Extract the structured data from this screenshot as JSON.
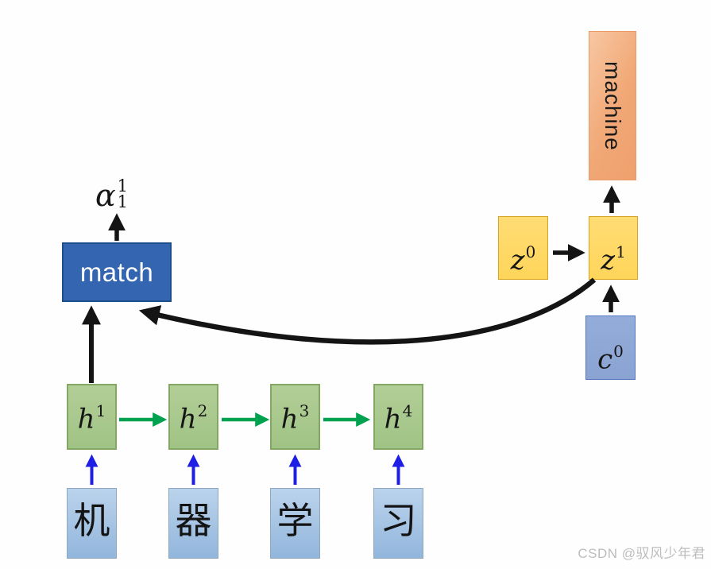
{
  "attention_label": {
    "symbol": "α",
    "sup": "1",
    "sub": "1"
  },
  "match_box": {
    "label": "match"
  },
  "decoder": {
    "z0": {
      "symbol": "z",
      "sup": "0"
    },
    "z1": {
      "symbol": "z",
      "sup": "1"
    },
    "c0": {
      "symbol": "c",
      "sup": "0"
    },
    "output_word": "machine"
  },
  "encoder": {
    "hidden_units": [
      {
        "symbol": "h",
        "sup": "1"
      },
      {
        "symbol": "h",
        "sup": "2"
      },
      {
        "symbol": "h",
        "sup": "3"
      },
      {
        "symbol": "h",
        "sup": "4"
      }
    ],
    "input_tokens": [
      "机",
      "器",
      "学",
      "习"
    ]
  },
  "watermark": {
    "text": "CSDN @驭风少年君"
  },
  "colors": {
    "background": "#fdfefd",
    "match_fill": "#3365b0",
    "match_border": "#1f4e8c",
    "hidden_fill": "#a9d18e",
    "hidden_border": "#84a764",
    "input_fill": "#9dc3e6",
    "input_border": "#8fa8c0",
    "state_fill": "#ffd966",
    "state_border": "#d9a420",
    "context_fill": "#8faadc",
    "context_border": "#5578c0",
    "output_fill": "#f4b183",
    "output_border": "#e89b68",
    "arrow_black": "#141414",
    "arrow_green": "#00a24f",
    "arrow_blue": "#1e1ee4",
    "watermark_gray": "#bdbdbd"
  }
}
